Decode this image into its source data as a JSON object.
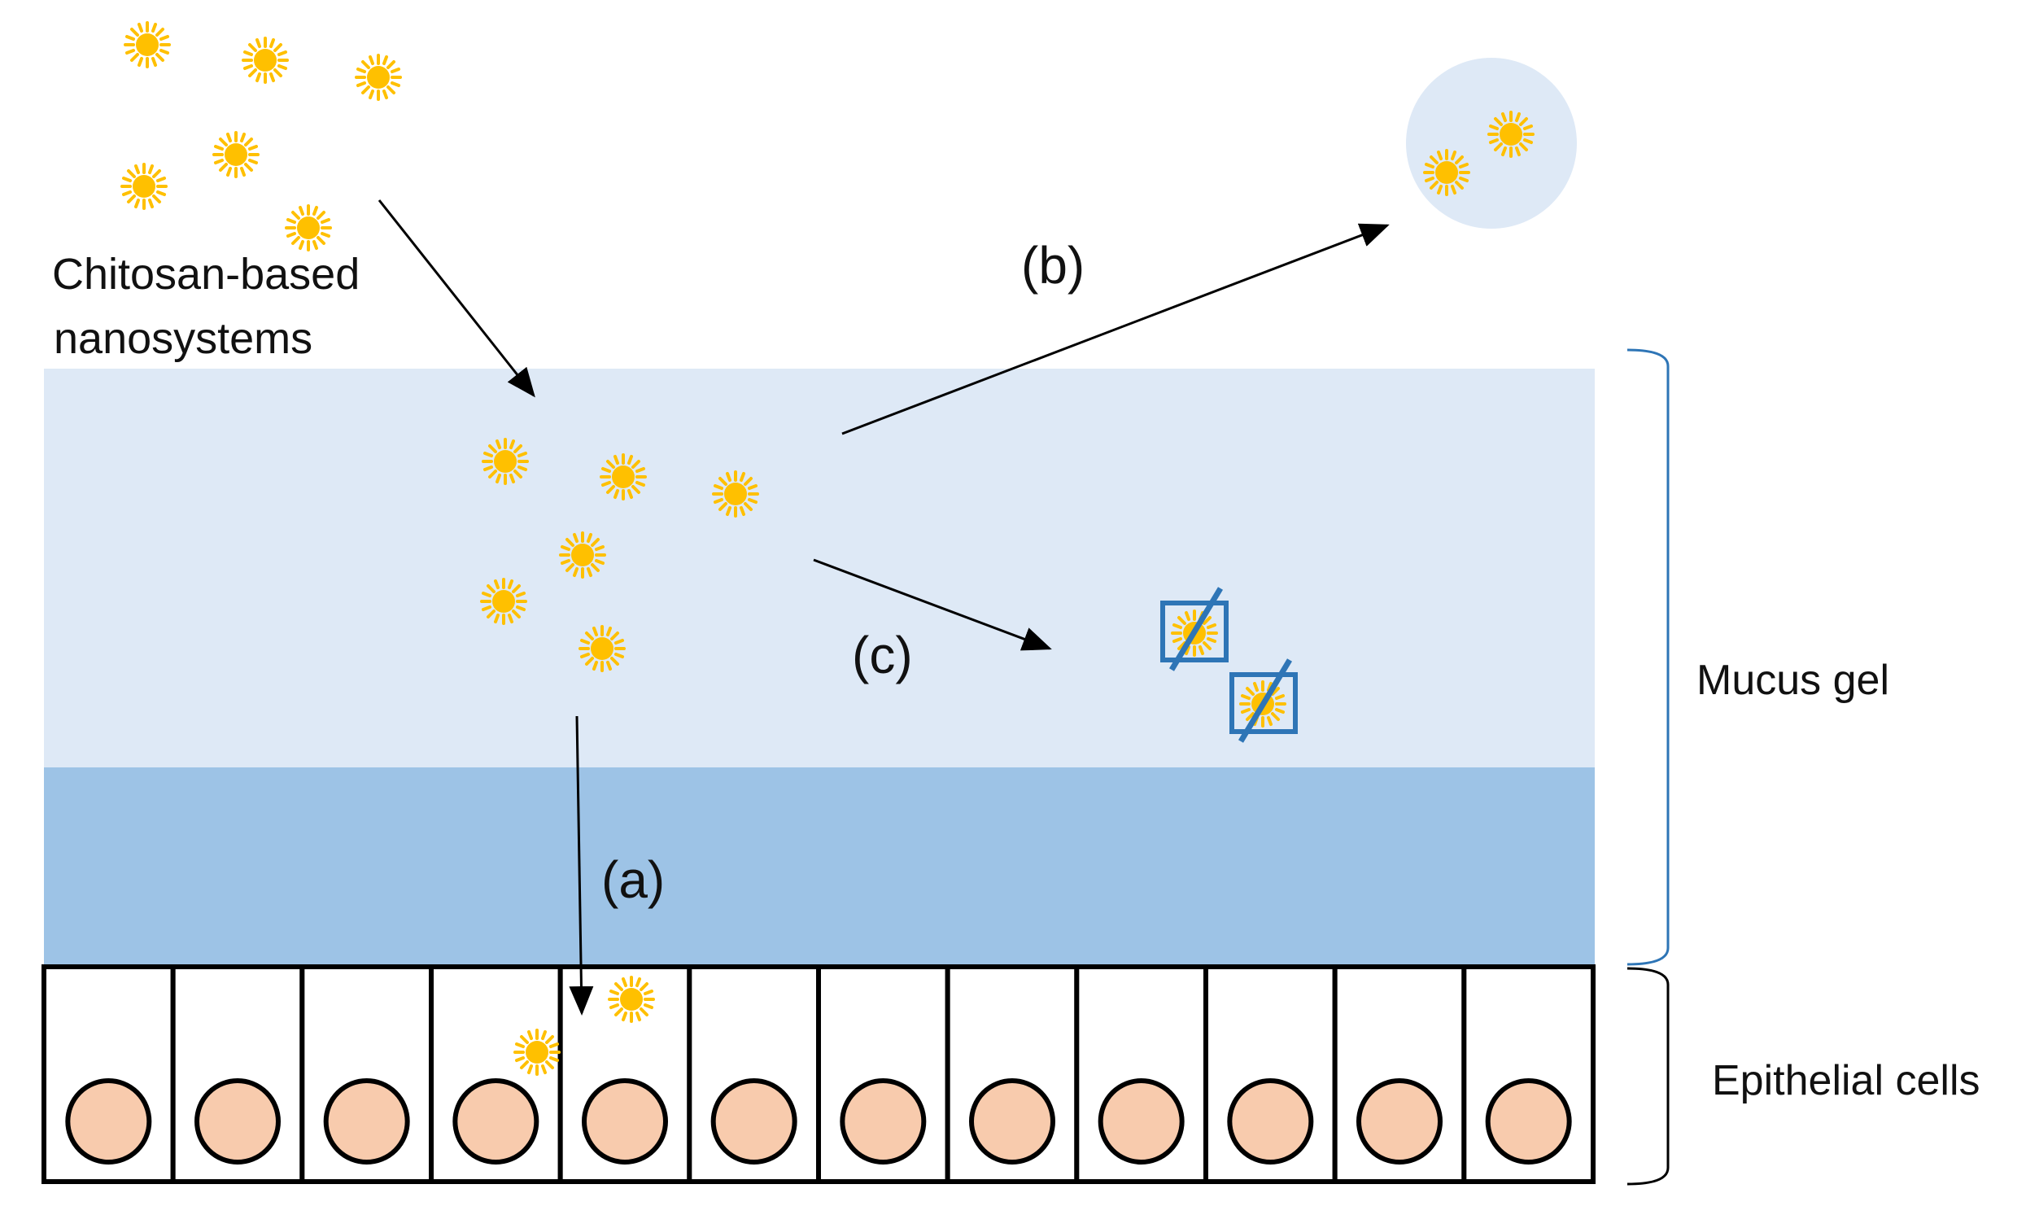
{
  "labels": {
    "nanosystems_line1": "Chitosan-based",
    "nanosystems_line2": "nanosystems",
    "path_a": "(a)",
    "path_b": "(b)",
    "path_c": "(c)",
    "mucus_gel": "Mucus gel",
    "epithelial_cells": "Epithelial cells"
  },
  "colors": {
    "mucus_upper": "#DEE9F6",
    "mucus_lower": "#9DC3E6",
    "cell_border": "#000000",
    "nucleus_fill": "#F8CBAD",
    "particle_fill": "#FFC000",
    "cleared_sphere": "#DEE9F6",
    "blocked_box": "#2E75B6",
    "bracket": "#2E75B6",
    "arrow": "#000000"
  },
  "icons": {
    "particle": "nanoparticle-sun-icon",
    "blocked": "crossed-out-box-icon"
  },
  "cell_count": 12
}
